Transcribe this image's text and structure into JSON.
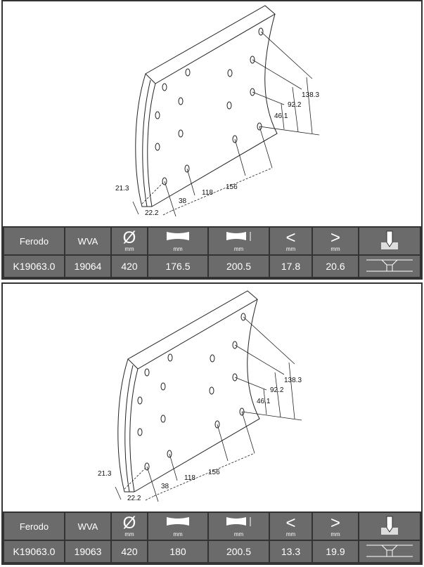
{
  "panels": [
    {
      "dims": {
        "d1": "138.3",
        "d2": "92.2",
        "d3": "46.1",
        "d4": "21.3",
        "d5": "22.2",
        "d6": "38",
        "d7": "118",
        "d8": "156"
      },
      "header": {
        "ferodo": "Ferodo",
        "wva": "WVA",
        "diameter_sym": "Ø",
        "mm": "mm",
        "lt": "<",
        "gt": ">"
      },
      "row": {
        "ferodo": "K19063.0",
        "wva": "19064",
        "diameter": "420",
        "width": "176.5",
        "length": "200.5",
        "min": "17.8",
        "max": "20.6"
      }
    },
    {
      "dims": {
        "d1": "138.3",
        "d2": "92.2",
        "d3": "46.1",
        "d4": "21.3",
        "d5": "22.2",
        "d6": "38",
        "d7": "118",
        "d8": "156"
      },
      "header": {
        "ferodo": "Ferodo",
        "wva": "WVA",
        "diameter_sym": "Ø",
        "mm": "mm",
        "lt": "<",
        "gt": ">"
      },
      "row": {
        "ferodo": "K19063.0",
        "wva": "19063",
        "diameter": "420",
        "width": "180",
        "length": "200.5",
        "min": "13.3",
        "max": "19.9"
      }
    }
  ],
  "colors": {
    "table_bg": "#6b6b6b",
    "border": "#333333"
  }
}
